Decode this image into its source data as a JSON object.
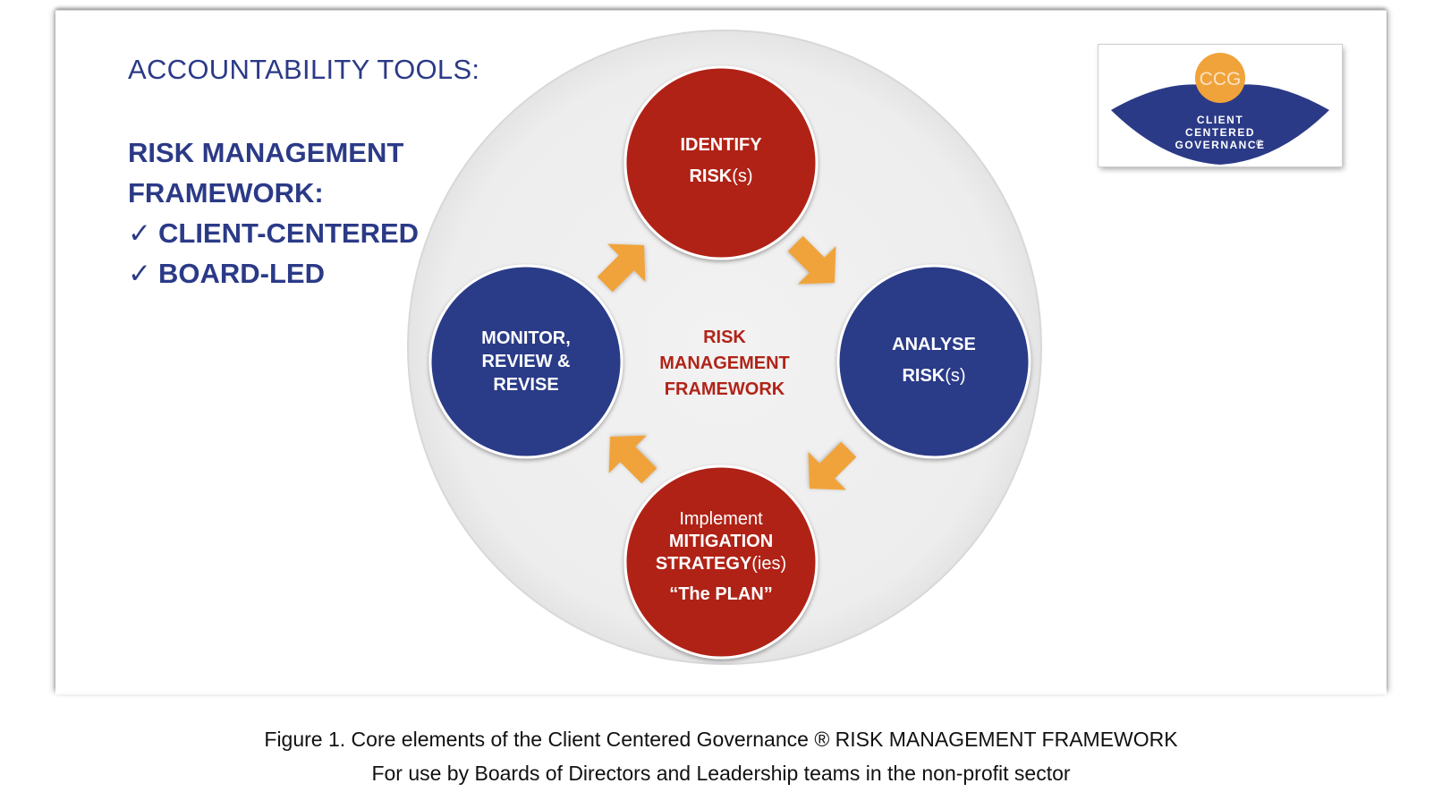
{
  "slide": {
    "title": "ACCOUNTABILITY TOOLS:",
    "heading_line1": "RISK MANAGEMENT",
    "heading_line2": "FRAMEWORK:",
    "check_mark": "✓",
    "bullet1": "CLIENT-CENTERED",
    "bullet2": "BOARD-LED"
  },
  "diagram": {
    "center": {
      "line1": "RISK",
      "line2": "MANAGEMENT",
      "line3": "FRAMEWORK"
    },
    "identify": {
      "line1": "IDENTIFY",
      "line2_bold": "RISK",
      "line2_rest": "(s)"
    },
    "analyse": {
      "line1": "ANALYSE",
      "line2_bold": "RISK",
      "line2_rest": "(s)"
    },
    "implement": {
      "line1": "Implement",
      "line2": "MITIGATION",
      "line3_bold": "STRATEGY",
      "line3_rest": "(ies)",
      "line4": "“The PLAN”"
    },
    "monitor": {
      "line1": "MONITOR,",
      "line2": "REVIEW &",
      "line3": "REVISE"
    }
  },
  "logo": {
    "badge": "CCG",
    "line1": "CLIENT",
    "line2": "CENTERED",
    "line3": "GOVERNANCE",
    "registered": "®"
  },
  "caption": {
    "line1": "Figure 1. Core elements of the Client Centered Governance ® RISK MANAGEMENT FRAMEWORK",
    "line2": "For use by Boards of Directors and Leadership teams in the non-profit sector"
  },
  "colors": {
    "navy": "#2b3a87",
    "red": "#b02418",
    "arrow": "#f0a33a",
    "ring": "#efefef"
  }
}
